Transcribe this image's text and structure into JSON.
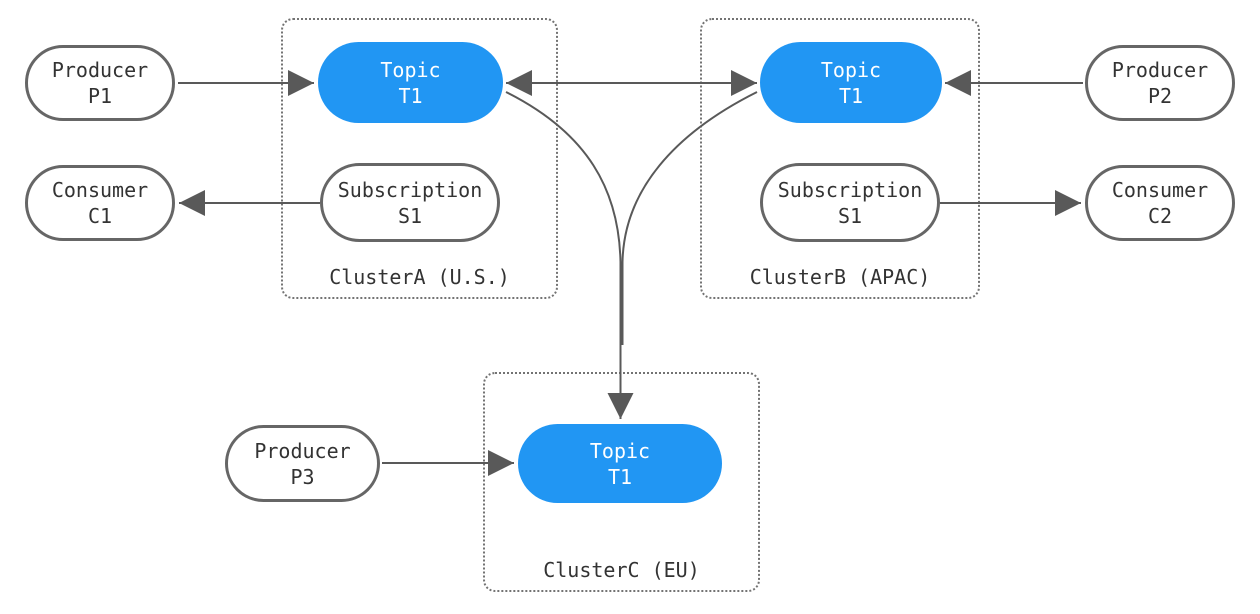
{
  "colors": {
    "topic_fill": "#2196F3",
    "topic_text": "#ffffff",
    "node_border": "#666666",
    "node_text": "#333333",
    "edge_stroke": "#595959",
    "cluster_border": "#737373"
  },
  "clusters": [
    {
      "label": "ClusterA (U.S.)"
    },
    {
      "label": "ClusterB (APAC)"
    },
    {
      "label": "ClusterC (EU)"
    }
  ],
  "nodes": {
    "producer_p1": {
      "line1": "Producer",
      "line2": "P1"
    },
    "consumer_c1": {
      "line1": "Consumer",
      "line2": "C1"
    },
    "topic_a": {
      "line1": "Topic",
      "line2": "T1"
    },
    "subscription_a": {
      "line1": "Subscription",
      "line2": "S1"
    },
    "topic_b": {
      "line1": "Topic",
      "line2": "T1"
    },
    "subscription_b": {
      "line1": "Subscription",
      "line2": "S1"
    },
    "producer_p2": {
      "line1": "Producer",
      "line2": "P2"
    },
    "consumer_c2": {
      "line1": "Consumer",
      "line2": "C2"
    },
    "producer_p3": {
      "line1": "Producer",
      "line2": "P3"
    },
    "topic_c": {
      "line1": "Topic",
      "line2": "T1"
    }
  },
  "edges": [
    {
      "from": "Producer P1",
      "to": "Topic T1 (ClusterA)",
      "direction": "single"
    },
    {
      "from": "Subscription S1 (ClusterA)",
      "to": "Consumer C1",
      "direction": "single"
    },
    {
      "from": "Topic T1 (ClusterA)",
      "to": "Topic T1 (ClusterB)",
      "direction": "bidirectional"
    },
    {
      "from": "Producer P2",
      "to": "Topic T1 (ClusterB)",
      "direction": "single"
    },
    {
      "from": "Subscription S1 (ClusterB)",
      "to": "Consumer C2",
      "direction": "single"
    },
    {
      "from": "Topic T1 (ClusterA)",
      "to": "Topic T1 (ClusterC)",
      "direction": "single"
    },
    {
      "from": "Topic T1 (ClusterB)",
      "to": "Topic T1 (ClusterC)",
      "direction": "single"
    },
    {
      "from": "Producer P3",
      "to": "Topic T1 (ClusterC)",
      "direction": "single"
    }
  ]
}
